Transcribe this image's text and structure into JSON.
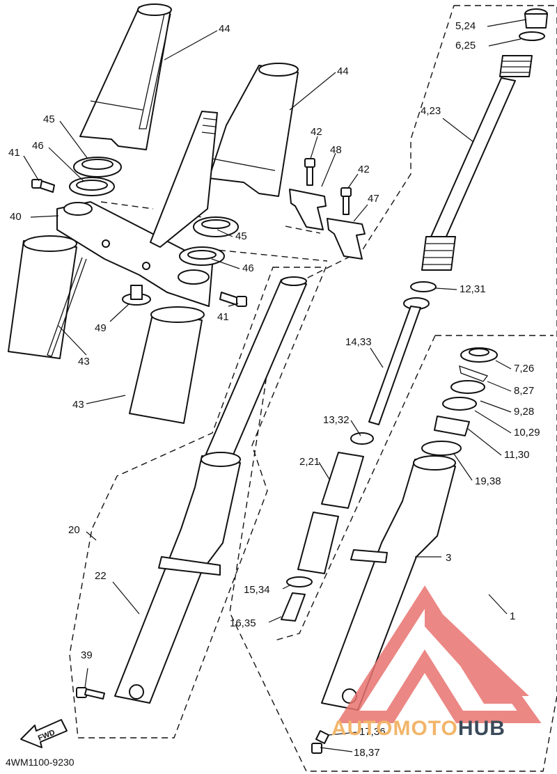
{
  "diagram": {
    "code": "4WM1100-9230",
    "fwd_label": "FWD",
    "part_labels": [
      {
        "id": "p44a",
        "text": "44"
      },
      {
        "id": "p44b",
        "text": "44"
      },
      {
        "id": "p45a",
        "text": "45"
      },
      {
        "id": "p46a",
        "text": "46"
      },
      {
        "id": "p41a",
        "text": "41"
      },
      {
        "id": "p40",
        "text": "40"
      },
      {
        "id": "p42a",
        "text": "42"
      },
      {
        "id": "p48",
        "text": "48"
      },
      {
        "id": "p42b",
        "text": "42"
      },
      {
        "id": "p47",
        "text": "47"
      },
      {
        "id": "p45b",
        "text": "45"
      },
      {
        "id": "p46b",
        "text": "46"
      },
      {
        "id": "p41b",
        "text": "41"
      },
      {
        "id": "p49",
        "text": "49"
      },
      {
        "id": "p43a",
        "text": "43"
      },
      {
        "id": "p43b",
        "text": "43"
      },
      {
        "id": "p5_24",
        "text": "5,24"
      },
      {
        "id": "p6_25",
        "text": "6,25"
      },
      {
        "id": "p4_23",
        "text": "4,23"
      },
      {
        "id": "p12_31",
        "text": "12,31"
      },
      {
        "id": "p14_33",
        "text": "14,33"
      },
      {
        "id": "p7_26",
        "text": "7,26"
      },
      {
        "id": "p8_27",
        "text": "8,27"
      },
      {
        "id": "p9_28",
        "text": "9,28"
      },
      {
        "id": "p10_29",
        "text": "10,29"
      },
      {
        "id": "p13_32",
        "text": "13,32"
      },
      {
        "id": "p11_30",
        "text": "11,30"
      },
      {
        "id": "p2_21",
        "text": "2,21"
      },
      {
        "id": "p19_38",
        "text": "19,38"
      },
      {
        "id": "p20",
        "text": "20"
      },
      {
        "id": "p3",
        "text": "3"
      },
      {
        "id": "p22",
        "text": "22"
      },
      {
        "id": "p15_34",
        "text": "15,34"
      },
      {
        "id": "p1",
        "text": "1"
      },
      {
        "id": "p16_35",
        "text": "16,35"
      },
      {
        "id": "p39",
        "text": "39"
      },
      {
        "id": "p17_36",
        "text": "17,36"
      },
      {
        "id": "p18_37",
        "text": "18,37"
      }
    ]
  },
  "watermark": {
    "part1": "AUTO",
    "part2": "MOTO",
    "part3": "HUB",
    "colors": {
      "accent": "#f2b56a",
      "dark": "#3a4a5a",
      "logo": "#e8736f"
    }
  }
}
